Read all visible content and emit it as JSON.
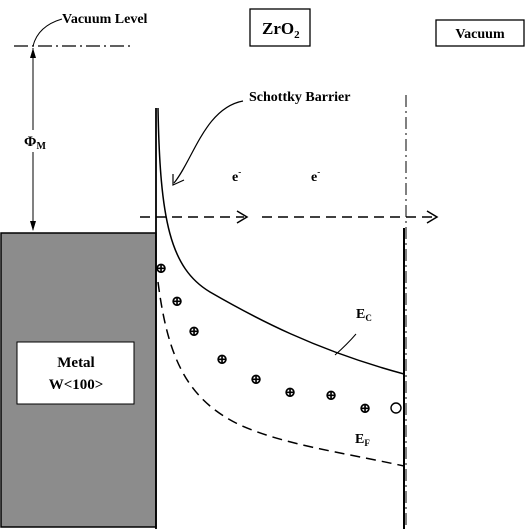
{
  "labels": {
    "vacuum_level": "Vacuum Level",
    "material": "ZrO",
    "material_subscript": "2",
    "vacuum": "Vacuum",
    "schottky_barrier": "Schottky Barrier",
    "work_function_symbol": "Φ",
    "work_function_subscript": "M",
    "electron": "e",
    "electron_superscript": "-",
    "metal_line1": "Metal",
    "metal_line2": "W<100>",
    "conduction_band": "E",
    "conduction_band_subscript": "C",
    "fermi_level": "E",
    "fermi_level_subscript": "F"
  },
  "symbols": {
    "positive_charge": "⊕",
    "hole": "○"
  },
  "colors": {
    "metal_fill": "#8c8c8c",
    "line": "#000000"
  }
}
